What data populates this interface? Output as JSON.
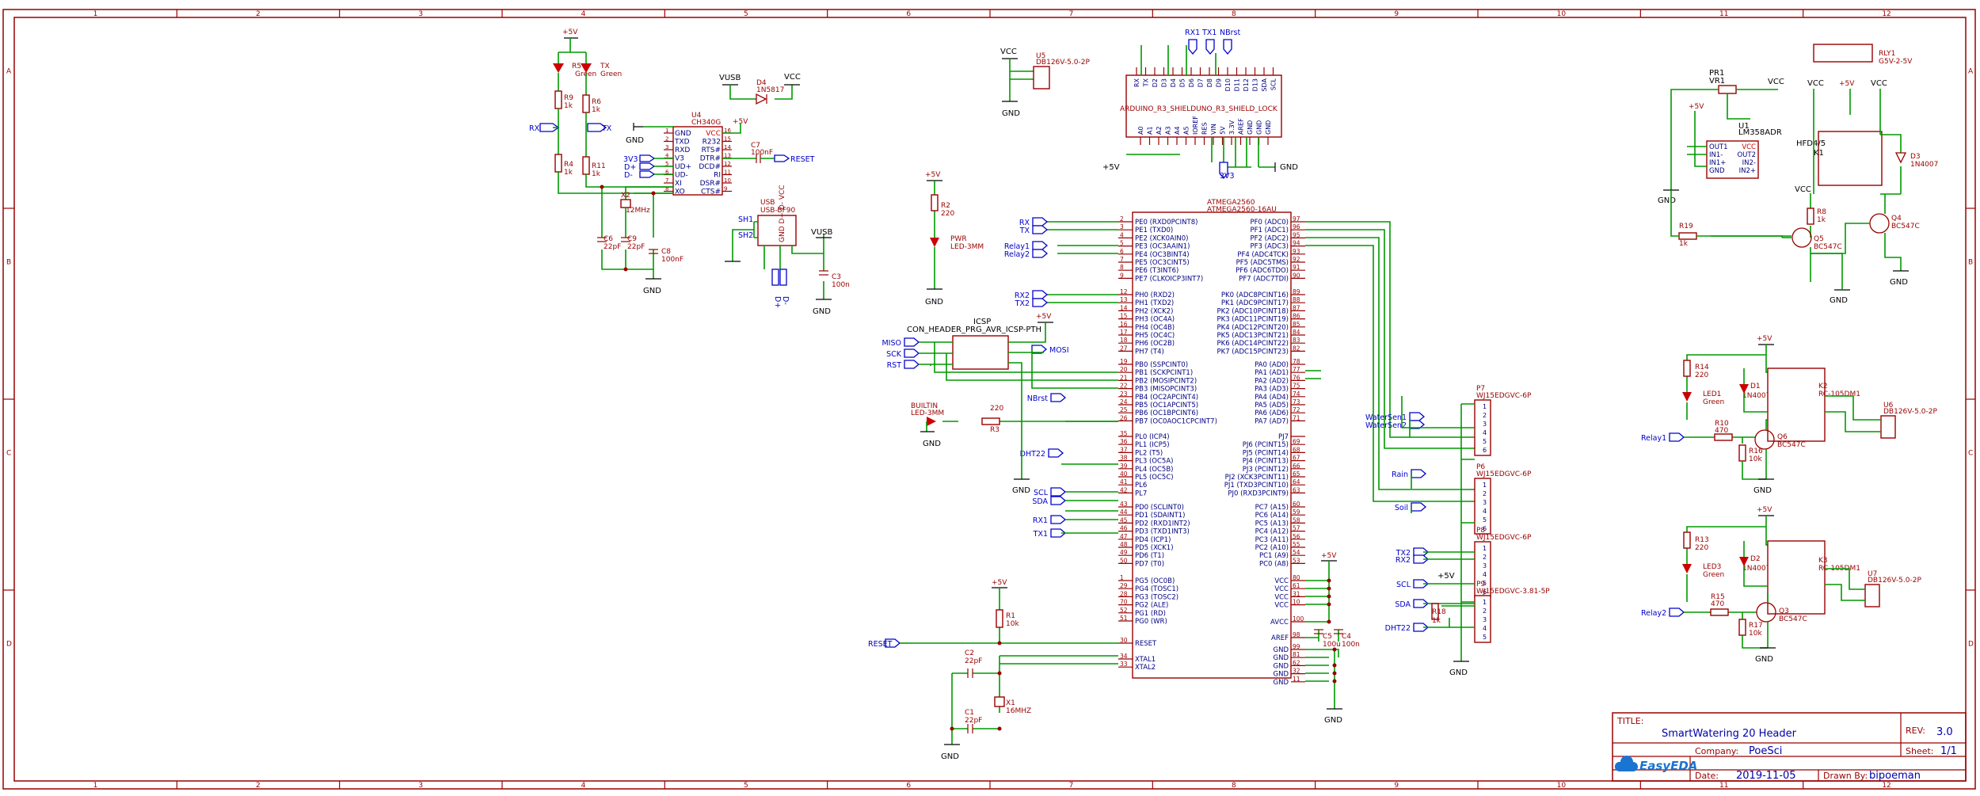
{
  "frame": {
    "col_labels": [
      "1",
      "2",
      "3",
      "4",
      "5",
      "6",
      "7",
      "8",
      "9",
      "10",
      "11",
      "12"
    ],
    "row_labels": [
      "A",
      "B",
      "C",
      "D"
    ]
  },
  "power": {
    "p5v": "+5V",
    "vcc": "VCC",
    "vusb": "VUSB",
    "gnd": "GND",
    "v3v3": "3V3"
  },
  "usb_section": {
    "r5": {
      "ref": "R5",
      "color": "Green"
    },
    "tx_led": {
      "ref": "TX",
      "color": "Green"
    },
    "r9": {
      "ref": "R9",
      "value": "1k"
    },
    "r6": {
      "ref": "R6",
      "value": "1k"
    },
    "r4": {
      "ref": "R4",
      "value": "1k"
    },
    "r11": {
      "ref": "R11",
      "value": "1k"
    },
    "rx_net": "RX",
    "tx_net": "TX",
    "u4": {
      "ref": "U4",
      "part": "CH340G"
    },
    "u4_left_pins": [
      "GND",
      "TXD",
      "RXD",
      "V3",
      "UD+",
      "UD-",
      "XI",
      "XO"
    ],
    "u4_left_nums": [
      "1",
      "2",
      "3",
      "4",
      "5",
      "6",
      "7",
      "8"
    ],
    "u4_right_pins": [
      "VCC",
      "R232",
      "RTS#",
      "DTR#",
      "DCD#",
      "RI",
      "DSR#",
      "CTS#"
    ],
    "u4_right_nums": [
      "16",
      "15",
      "14",
      "13",
      "12",
      "11",
      "10",
      "9"
    ],
    "d4": {
      "ref": "D4",
      "part": "1N5817"
    },
    "c7": {
      "ref": "C7",
      "value": "100nF"
    },
    "reset_net": "RESET",
    "x2": {
      "ref": "X2",
      "value": "12MHz"
    },
    "c6": {
      "ref": "C6",
      "value": "22pF"
    },
    "c9": {
      "ref": "C9",
      "value": "22pF"
    },
    "c8": {
      "ref": "C8",
      "value": "100nF"
    },
    "net_3v3": "3V3",
    "net_dp": "D+",
    "net_dm": "D-",
    "usb": {
      "ref": "USB",
      "part": "USB-BF90",
      "sh1": "SH1",
      "sh2": "SH2",
      "pins": "GND D+ D- VCC"
    },
    "c3": {
      "ref": "C3",
      "value": "100n"
    }
  },
  "u5": {
    "ref": "U5",
    "part": "DB126V-5.0-2P"
  },
  "shield": {
    "label": "ARDUINO_R3_SHIELDUNO_R3_SHIELD_LOCK",
    "top_pins": [
      "RX",
      "TX",
      "D2",
      "D3",
      "D4",
      "D5",
      "D6",
      "D7",
      "D8",
      "D9",
      "D10",
      "D11",
      "D12",
      "D13",
      "SDA",
      "SCL"
    ],
    "bottom_pins": [
      "A0",
      "A1",
      "A2",
      "A3",
      "A4",
      "A5",
      "IOREF",
      "RES",
      "VIN",
      "5V",
      "3.3V",
      "AREF",
      "GND",
      "GND",
      "GND"
    ],
    "top_nets": [
      "RX1",
      "TX1",
      "NBrst"
    ],
    "net_3v3": "3V3"
  },
  "pwr_led": {
    "r2": "R2",
    "r2_value": "220",
    "ref": "PWR",
    "part": "LED-3MM"
  },
  "mcu": {
    "ref": "ATMEGA2560",
    "part": "ATMEGA2560-16AU",
    "left": [
      {
        "n": "2",
        "l": "PE0 (RXD0PCINT8)"
      },
      {
        "n": "3",
        "l": "PE1 (TXD0)"
      },
      {
        "n": "4",
        "l": "PE2 (XCK0AIN0)"
      },
      {
        "n": "5",
        "l": "PE3 (OC3AAIN1)"
      },
      {
        "n": "6",
        "l": "PE4 (OC3BINT4)"
      },
      {
        "n": "7",
        "l": "PE5 (OC3CINT5)"
      },
      {
        "n": "8",
        "l": "PE6 (T3INT6)"
      },
      {
        "n": "9",
        "l": "PE7 (CLKOICP3INT7)"
      },
      {
        "n": "12",
        "l": "PH0 (RXD2)"
      },
      {
        "n": "13",
        "l": "PH1 (TXD2)"
      },
      {
        "n": "14",
        "l": "PH2 (XCK2)"
      },
      {
        "n": "15",
        "l": "PH3 (OC4A)"
      },
      {
        "n": "16",
        "l": "PH4 (OC4B)"
      },
      {
        "n": "17",
        "l": "PH5 (OC4C)"
      },
      {
        "n": "18",
        "l": "PH6 (OC2B)"
      },
      {
        "n": "27",
        "l": "PH7 (T4)"
      },
      {
        "n": "19",
        "l": "PB0 (SSPCINT0)"
      },
      {
        "n": "20",
        "l": "PB1 (SCKPCINT1)"
      },
      {
        "n": "21",
        "l": "PB2 (MOSIPCINT2)"
      },
      {
        "n": "22",
        "l": "PB3 (MISOPCINT3)"
      },
      {
        "n": "23",
        "l": "PB4 (OC2APCINT4)"
      },
      {
        "n": "24",
        "l": "PB5 (OC1APCINT5)"
      },
      {
        "n": "25",
        "l": "PB6 (OC1BPCINT6)"
      },
      {
        "n": "26",
        "l": "PB7 (OC0AOC1CPCINT7)"
      },
      {
        "n": "35",
        "l": "PL0 (ICP4)"
      },
      {
        "n": "36",
        "l": "PL1 (ICP5)"
      },
      {
        "n": "37",
        "l": "PL2 (T5)"
      },
      {
        "n": "38",
        "l": "PL3 (OC5A)"
      },
      {
        "n": "39",
        "l": "PL4 (OC5B)"
      },
      {
        "n": "40",
        "l": "PL5 (OC5C)"
      },
      {
        "n": "41",
        "l": "PL6"
      },
      {
        "n": "42",
        "l": "PL7"
      },
      {
        "n": "43",
        "l": "PD0 (SCLINT0)"
      },
      {
        "n": "44",
        "l": "PD1 (SDAINT1)"
      },
      {
        "n": "45",
        "l": "PD2 (RXD1INT2)"
      },
      {
        "n": "46",
        "l": "PD3 (TXD1INT3)"
      },
      {
        "n": "47",
        "l": "PD4 (ICP1)"
      },
      {
        "n": "48",
        "l": "PD5 (XCK1)"
      },
      {
        "n": "49",
        "l": "PD6 (T1)"
      },
      {
        "n": "50",
        "l": "PD7 (T0)"
      },
      {
        "n": "1",
        "l": "PG5 (OC0B)"
      },
      {
        "n": "29",
        "l": "PG4 (TOSC1)"
      },
      {
        "n": "28",
        "l": "PG3 (TOSC2)"
      },
      {
        "n": "70",
        "l": "PG2 (ALE)"
      },
      {
        "n": "52",
        "l": "PG1 (RD)"
      },
      {
        "n": "51",
        "l": "PG0 (WR)"
      },
      {
        "n": "30",
        "l": "RESET"
      },
      {
        "n": "34",
        "l": "XTAL1"
      },
      {
        "n": "33",
        "l": "XTAL2"
      }
    ],
    "right": [
      {
        "n": "97",
        "l": "PF0 (ADC0)"
      },
      {
        "n": "96",
        "l": "PF1 (ADC1)"
      },
      {
        "n": "95",
        "l": "PF2 (ADC2)"
      },
      {
        "n": "94",
        "l": "PF3 (ADC3)"
      },
      {
        "n": "93",
        "l": "PF4 (ADC4TCK)"
      },
      {
        "n": "92",
        "l": "PF5 (ADC5TMS)"
      },
      {
        "n": "91",
        "l": "PF6 (ADC6TDO)"
      },
      {
        "n": "90",
        "l": "PF7 (ADC7TDI)"
      },
      {
        "n": "89",
        "l": "PK0 (ADC8PCINT16)"
      },
      {
        "n": "88",
        "l": "PK1 (ADC9PCINT17)"
      },
      {
        "n": "87",
        "l": "PK2 (ADC10PCINT18)"
      },
      {
        "n": "86",
        "l": "PK3 (ADC11PCINT19)"
      },
      {
        "n": "85",
        "l": "PK4 (ADC12PCINT20)"
      },
      {
        "n": "84",
        "l": "PK5 (ADC13PCINT21)"
      },
      {
        "n": "83",
        "l": "PK6 (ADC14PCINT22)"
      },
      {
        "n": "82",
        "l": "PK7 (ADC15PCINT23)"
      },
      {
        "n": "78",
        "l": "PA0 (AD0)"
      },
      {
        "n": "77",
        "l": "PA1 (AD1)"
      },
      {
        "n": "76",
        "l": "PA2 (AD2)"
      },
      {
        "n": "75",
        "l": "PA3 (AD3)"
      },
      {
        "n": "74",
        "l": "PA4 (AD4)"
      },
      {
        "n": "73",
        "l": "PA5 (AD5)"
      },
      {
        "n": "72",
        "l": "PA6 (AD6)"
      },
      {
        "n": "71",
        "l": "PA7 (AD7)"
      },
      {
        "n": "",
        "l": "PJ7"
      },
      {
        "n": "69",
        "l": "PJ6 (PCINT15)"
      },
      {
        "n": "68",
        "l": "PJ5 (PCINT14)"
      },
      {
        "n": "67",
        "l": "PJ4 (PCINT13)"
      },
      {
        "n": "66",
        "l": "PJ3 (PCINT12)"
      },
      {
        "n": "65",
        "l": "PJ2 (XCK3PCINT11)"
      },
      {
        "n": "64",
        "l": "PJ1 (TXD3PCINT10)"
      },
      {
        "n": "63",
        "l": "PJ0 (RXD3PCINT9)"
      },
      {
        "n": "60",
        "l": "PC7 (A15)"
      },
      {
        "n": "59",
        "l": "PC6 (A14)"
      },
      {
        "n": "58",
        "l": "PC5 (A13)"
      },
      {
        "n": "57",
        "l": "PC4 (A12)"
      },
      {
        "n": "56",
        "l": "PC3 (A11)"
      },
      {
        "n": "55",
        "l": "PC2 (A10)"
      },
      {
        "n": "54",
        "l": "PC1 (A9)"
      },
      {
        "n": "53",
        "l": "PC0 (A8)"
      },
      {
        "n": "80",
        "l": "VCC"
      },
      {
        "n": "61",
        "l": "VCC"
      },
      {
        "n": "31",
        "l": "VCC"
      },
      {
        "n": "10",
        "l": "VCC"
      },
      {
        "n": "100",
        "l": "AVCC"
      },
      {
        "n": "98",
        "l": "AREF"
      },
      {
        "n": "99",
        "l": "GND"
      },
      {
        "n": "81",
        "l": "GND"
      },
      {
        "n": "62",
        "l": "GND"
      },
      {
        "n": "32",
        "l": "GND"
      },
      {
        "n": "11",
        "l": "GND"
      }
    ]
  },
  "mcu_nets": {
    "pe": [
      "RX",
      "TX",
      "Relay1",
      "Relay2"
    ],
    "ph": [
      "RX2",
      "TX2"
    ],
    "nbrst": "NBrst",
    "dht": "DHT22",
    "pd": [
      "SCL",
      "SDA",
      "RX1",
      "TX1"
    ],
    "reset": "RESET"
  },
  "icsp": {
    "ref": "ICSP",
    "part": "CON_HEADER_PRG_AVR_ICSP-PTH",
    "nets": [
      "MISO",
      "SCK",
      "RST",
      "MOSI"
    ]
  },
  "builtin_led": {
    "ref": "BUILTIN",
    "part": "LED-3MM",
    "r3": "R3",
    "r3_value": "220"
  },
  "r1": {
    "ref": "R1",
    "value": "10k"
  },
  "c2": {
    "ref": "C2",
    "value": "22pF"
  },
  "c1": {
    "ref": "C1",
    "value": "22pF"
  },
  "x1": {
    "ref": "X1",
    "value": "16MHZ"
  },
  "c5": {
    "ref": "C5",
    "value": "100u"
  },
  "c4": {
    "ref": "C4",
    "value": "100n"
  },
  "connectors": {
    "p7": {
      "ref": "P7",
      "part": "WJ15EDGVC-6P",
      "nets": [
        "WaterSen1",
        "WaterSen2"
      ]
    },
    "p6": {
      "ref": "P6",
      "part": "WJ15EDGVC-6P",
      "nets": [
        "Rain",
        "Soil"
      ]
    },
    "p8": {
      "ref": "P8",
      "part": "WJ15EDGVC-6P",
      "nets": [
        "TX2",
        "RX2"
      ]
    },
    "p9": {
      "ref": "P9",
      "part": "WJ15EDGVC-3.81-5P",
      "nets": [
        "SCL",
        "SDA",
        "DHT22"
      ]
    },
    "r18": {
      "ref": "R18",
      "value": "1k"
    }
  },
  "pump": {
    "pr1": {
      "ref": "PR1",
      "part": "VR1"
    },
    "u1": {
      "ref": "U1",
      "part": "LM358ADR",
      "left": [
        "OUT1",
        "IN1-",
        "IN1+",
        "GND"
      ],
      "right": [
        "VCC",
        "OUT2",
        "IN2-",
        "IN2+"
      ]
    },
    "k1": {
      "ref": "HFD4/5",
      "sub": "K1"
    },
    "rly1": {
      "ref": "RLY1",
      "part": "G5V-2-5V"
    },
    "d3": {
      "ref": "D3",
      "part": "1N4007"
    },
    "r8": {
      "ref": "R8",
      "value": "1k"
    },
    "r19": {
      "ref": "R19",
      "value": "1k"
    },
    "q4": {
      "ref": "Q4",
      "part": "BC547C"
    },
    "q5": {
      "ref": "Q5",
      "part": "BC547C"
    }
  },
  "relay1": {
    "r14": {
      "ref": "R14",
      "value": "220"
    },
    "led1": {
      "ref": "LED1",
      "color": "Green"
    },
    "d1": {
      "ref": "D1",
      "part": "1N4007"
    },
    "k2": {
      "ref": "K2",
      "part": "RC-105DM1"
    },
    "u6": {
      "ref": "U6",
      "part": "DB126V-5.0-2P"
    },
    "r10": {
      "ref": "R10",
      "value": "470"
    },
    "r16": {
      "ref": "R16",
      "value": "10k"
    },
    "q6": {
      "ref": "Q6",
      "part": "BC547C"
    },
    "net": "Relay1"
  },
  "relay2": {
    "r13": {
      "ref": "R13",
      "value": "220"
    },
    "led3": {
      "ref": "LED3",
      "color": "Green"
    },
    "d2": {
      "ref": "D2",
      "part": "1N4007"
    },
    "k3": {
      "ref": "K3",
      "part": "RC-105DM1"
    },
    "u7": {
      "ref": "U7",
      "part": "DB126V-5.0-2P"
    },
    "r15": {
      "ref": "R15",
      "value": "470"
    },
    "r17": {
      "ref": "R17",
      "value": "10k"
    },
    "q3": {
      "ref": "Q3",
      "part": "BC547C"
    },
    "net": "Relay2"
  },
  "title_block": {
    "title_label": "TITLE:",
    "title": "SmartWatering 20 Header",
    "rev_label": "REV:",
    "rev": "3.0",
    "company_label": "Company:",
    "company": "PoeSci",
    "sheet_label": "Sheet:",
    "sheet": "1/1",
    "date_label": "Date:",
    "date": "2019-11-05",
    "drawn_label": "Drawn By:",
    "drawn": "bipoeman",
    "logo": "EasyEDA"
  }
}
